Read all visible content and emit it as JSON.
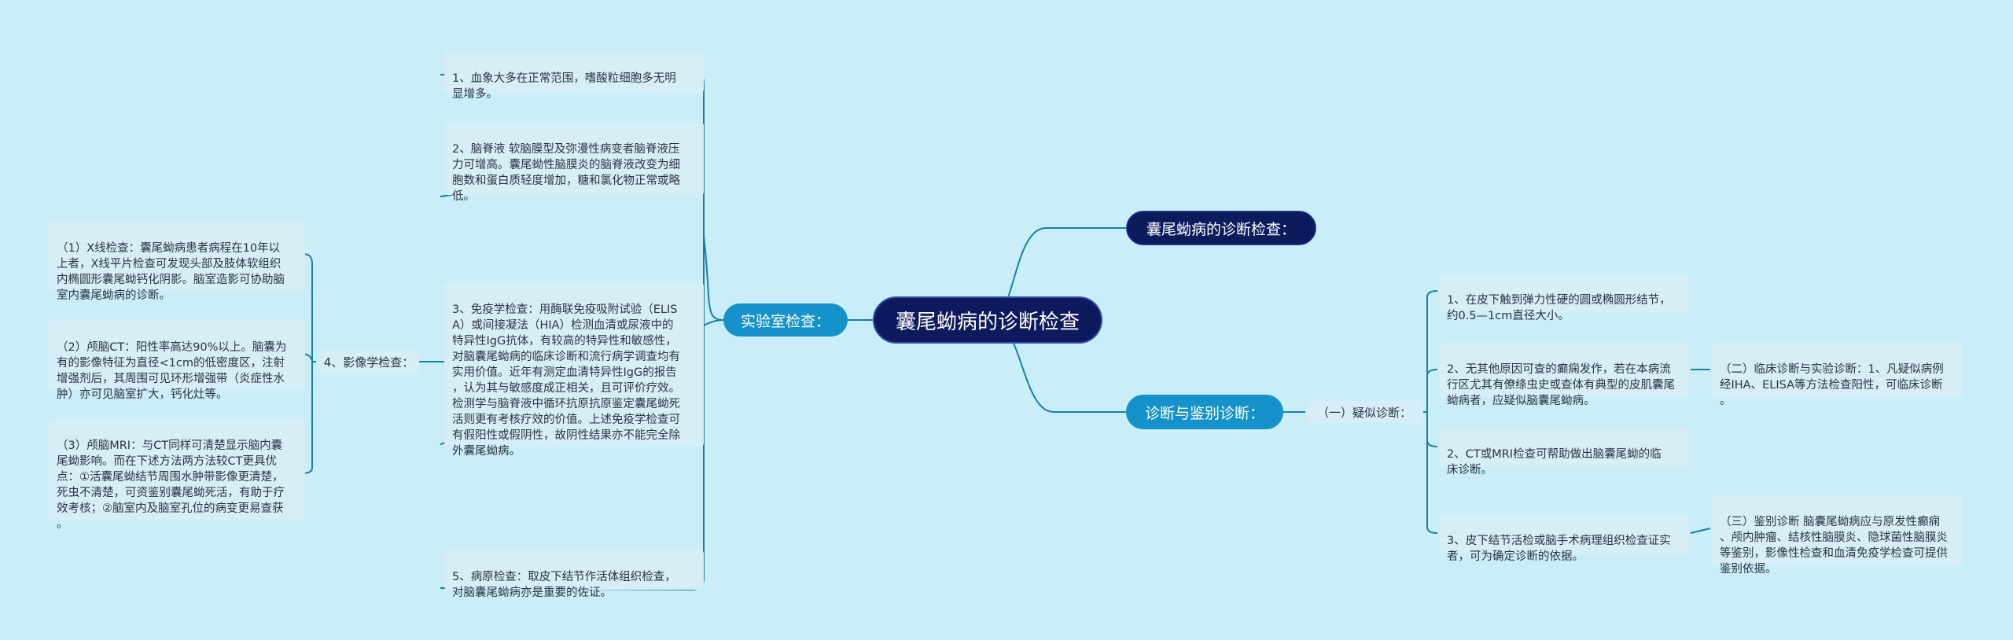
{
  "root": {
    "label": "囊尾蚴病的诊断检查"
  },
  "right_top": {
    "label": "囊尾蚴病的诊断检查："
  },
  "lab": {
    "label": "实验室检查：",
    "items": [
      "1、血象大多在正常范围，嗜酸粒细胞多无明\n显增多。",
      "2、脑脊液 软脑膜型及弥漫性病变者脑脊液压\n力可增高。囊尾蚴性脑膜炎的脑脊液改变为细\n胞数和蛋白质轻度增加，糖和氯化物正常或略\n低。",
      "3、免疫学检查：用酶联免疫吸附试验（ELIS\nA）或间接凝法（HIA）检测血清或尿液中的\n特异性IgG抗体，有较高的特异性和敏感性，\n对脑囊尾蚴病的临床诊断和流行病学调查均有\n实用价值。近年有测定血清特异性IgG的报告\n，认为其与敏感度成正相关，且可评价疗效。\n检测学与脑脊液中循环抗原抗原鉴定囊尾蚴死\n活则更有考核疗效的价值。上述免疫学检查可\n有假阳性或假阴性，故阴性结果亦不能完全除\n外囊尾蚴病。",
      "5、病原检查：取皮下结节作活体组织检查，\n对脑囊尾蚴病亦是重要的佐证。"
    ],
    "imaging": {
      "label": "4、影像学检查：",
      "items": [
        "（1）X线检查：囊尾蚴病患者病程在10年以\n上者，X线平片检查可发现头部及肢体软组织\n内椭圆形囊尾蚴钙化阴影。脑室造影可协助脑\n室内囊尾蚴病的诊断。",
        "（2）颅脑CT：阳性率高达90%以上。脑囊为\n有的影像特征为直径<1cm的低密度区，注射\n增强剂后，其周围可见环形增强带（炎症性水\n肿）亦可见脑室扩大，钙化灶等。",
        "（3）颅脑MRI：与CT同样可清楚显示脑内囊\n尾蚴影响。而在下述方法两方法较CT更具优\n点：①活囊尾蚴结节周围水肿带影像更清楚，\n死虫不清楚，可资鉴别囊尾蚴死活，有助于疗\n效考核；②脑室内及脑室孔位的病变更易查获\n。"
      ]
    }
  },
  "diag": {
    "label": "诊断与鉴别诊断：",
    "suspect": {
      "label": "（一）疑似诊断：",
      "items": [
        "1、在皮下触到弹力性硬的圆或椭圆形结节，\n约0.5—1cm直径大小。",
        "2、无其他原因可查的癫痫发作，若在本病流\n行区尤其有僚绦虫史或查体有典型的皮肌囊尾\n蚴病者，应疑似脑囊尾蚴病。",
        "2、CT或MRI检查可帮助做出脑囊尾蚴的临\n床诊断。",
        "3、皮下结节活检或脑手术病理组织检查证实\n者，可为确定诊断的依据。"
      ]
    },
    "clinical": "（二）临床诊断与实验诊断：1、凡疑似病例\n经IHA、ELISA等方法检查阳性，可临床诊断\n。",
    "differential": "（三）鉴别诊断 脑囊尾蚴病应与原发性癫痫\n、颅内肿瘤、结核性脑膜炎、隐球菌性脑膜炎\n等鉴别，影像性检查和血清免疫学检查可提供\n鉴别依据。"
  },
  "colors": {
    "link": "#1a7ea8",
    "root_bg": "#0d1a5c",
    "blue_bg": "#1592c9",
    "leaf_bg": "#d7eef6",
    "page_bg": "#c9eef7"
  }
}
